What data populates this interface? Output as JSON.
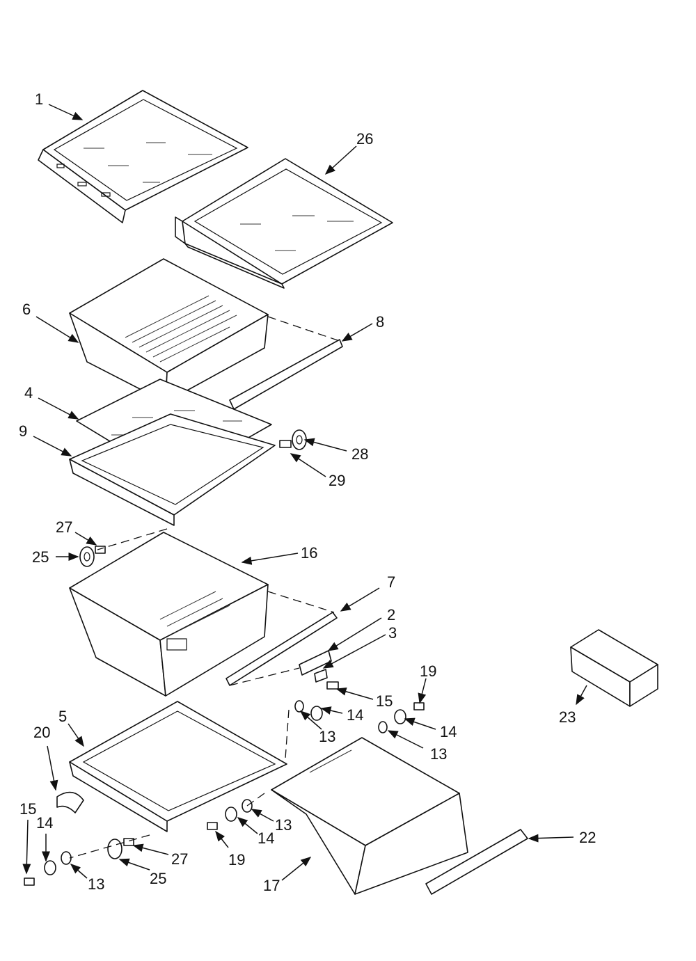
{
  "callouts": [
    "1",
    "26",
    "6",
    "8",
    "4",
    "9",
    "28",
    "29",
    "27",
    "25",
    "16",
    "7",
    "2",
    "3",
    "19",
    "15",
    "14",
    "13",
    "14",
    "13",
    "5",
    "20",
    "23",
    "22",
    "15",
    "14",
    "13",
    "27",
    "25",
    "19",
    "14",
    "13",
    "17"
  ]
}
